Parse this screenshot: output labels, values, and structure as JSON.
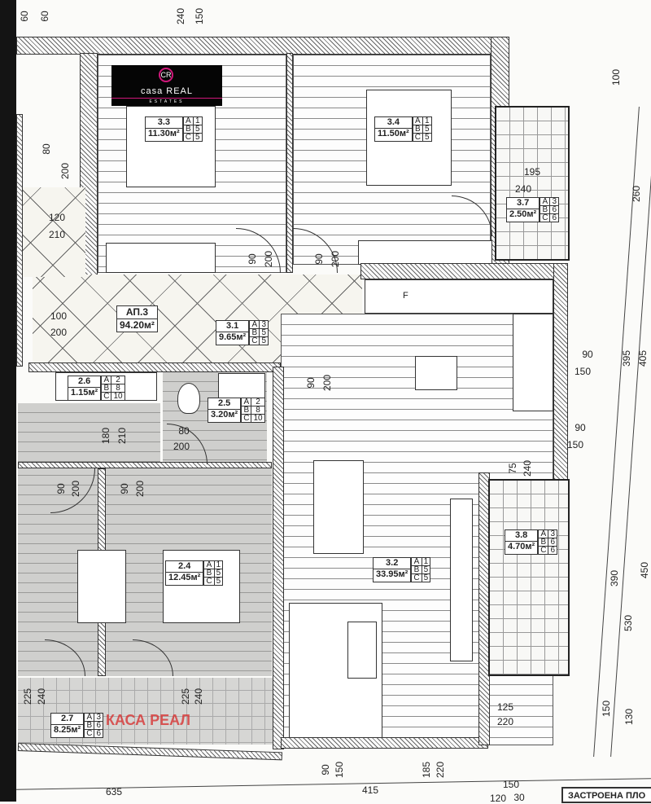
{
  "brand": {
    "monogram": "CR",
    "name": "casa REAL",
    "subtitle": "ESTATES",
    "watermark": "КАСА РЕАЛ"
  },
  "apartment": {
    "name": "АП.3",
    "area": "94.20м²"
  },
  "rooms": [
    {
      "id": "3.3",
      "area": "11.30м²",
      "a": "1",
      "b": "5",
      "c": "5"
    },
    {
      "id": "3.4",
      "area": "11.50м²",
      "a": "1",
      "b": "5",
      "c": "5"
    },
    {
      "id": "3.7",
      "area": "2.50м²",
      "a": "3",
      "b": "6",
      "c": "6"
    },
    {
      "id": "3.1",
      "area": "9.65м²",
      "a": "3",
      "b": "5",
      "c": "5"
    },
    {
      "id": "2.6",
      "area": "1.15м²",
      "a": "2",
      "b": "8",
      "c": "10"
    },
    {
      "id": "2.5",
      "area": "3.20м²",
      "a": "2",
      "b": "8",
      "c": "10"
    },
    {
      "id": "2.4",
      "area": "12.45м²",
      "a": "1",
      "b": "5",
      "c": "5"
    },
    {
      "id": "3.2",
      "area": "33.95м²",
      "a": "1",
      "b": "5",
      "c": "5"
    },
    {
      "id": "3.8",
      "area": "4.70м²",
      "a": "3",
      "b": "6",
      "c": "6"
    },
    {
      "id": "2.7",
      "area": "8.25м²",
      "a": "3",
      "b": "6",
      "c": "6"
    }
  ],
  "fridge_label": "F",
  "dimensions": [
    "60",
    "60",
    "240",
    "150",
    "80",
    "200",
    "120",
    "210",
    "100",
    "200",
    "90",
    "200",
    "90",
    "200",
    "90",
    "200",
    "180",
    "210",
    "80",
    "200",
    "90",
    "200",
    "90",
    "200",
    "225",
    "240",
    "225",
    "240",
    "195",
    "240",
    "90",
    "150",
    "90",
    "150",
    "75",
    "240",
    "125",
    "220",
    "90",
    "150",
    "185",
    "220",
    "100",
    "260",
    "395",
    "405",
    "390",
    "530",
    "450",
    "150",
    "130",
    "635",
    "415",
    "150",
    "120",
    "30"
  ],
  "title_block": "ЗАСТРОЕНА ПЛО"
}
